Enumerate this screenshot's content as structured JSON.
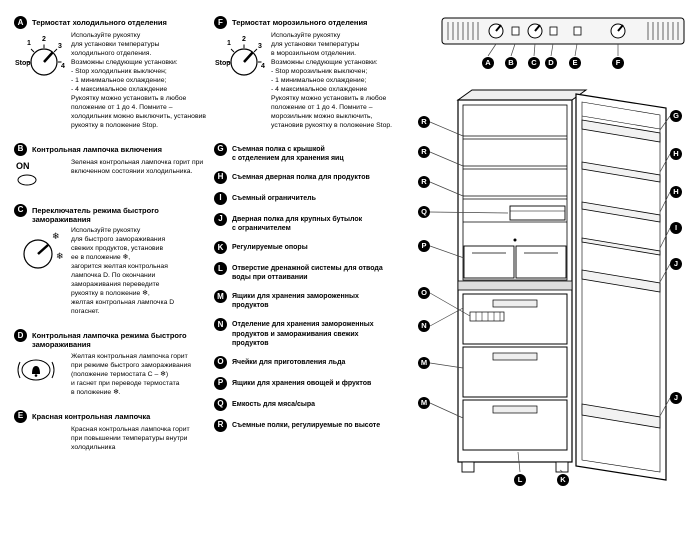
{
  "sections": [
    {
      "letter": "A",
      "title": "Термостат холодильного отделения",
      "body": "Используйте рукоятку\nдля установки температуры\nхолодильного отделения.\nВозможны следующие установки:\n- Stop  холодильник выключен;\n- 1  минимальное охлаждение;\n- 4  максимальное охлаждение\nРукоятку можно установить в любое положение от 1 до 4. Помните – холодильник можно выключить, установив рукоятку в положение Stop."
    },
    {
      "letter": "B",
      "title": "Контрольная лампочка включения",
      "on_label": "ON",
      "body": "Зеленая контрольная лампочка горит при включенном состоянии холодильника."
    },
    {
      "letter": "C",
      "title": "Переключатель режима быстрого замораживания",
      "body": "Используйте рукоятку\nдля быстрого замораживания\nсвежих продуктов, установив\nее в положение ❄,\nзагорится желтая контрольная\nлампочка D. По окончании\nзамораживания переведите\nрукоятку в положение ❄,\nжелтая контрольная лампочка D\nпогаснет."
    },
    {
      "letter": "D",
      "title": "Контрольная лампочка режима быстрого замораживания",
      "body": "Желтая контрольная лампочка горит\nпри режиме быстрого замораживания\n(положение термостата C – ❄)\nи гаснет при переводе термостата\nв положение ❄."
    },
    {
      "letter": "E",
      "title": "Красная контрольная лампочка",
      "body": "Красная контрольная лампочка горит\nпри повышении температуры внутри\nхолодильника"
    }
  ],
  "freezer": {
    "letter": "F",
    "title": "Термостат морозильного отделения",
    "body": "Используйте рукоятку\nдля установки температуры\nв морозильном отделении.\nВозможны следующие установки:\n- Stop  морозильник выключен;\n- 1  минимальное охлаждение;\n- 4  максимальное охлаждение\nРукоятку можно установить в любое положение от 1 до 4. Помните – морозильник можно выключить, установив рукоятку в положение Stop."
  },
  "items": [
    {
      "letter": "G",
      "text": "Съемная полка с крышкой\nс отделением для хранения яиц"
    },
    {
      "letter": "H",
      "text": "Съемная дверная полка для продуктов"
    },
    {
      "letter": "I",
      "text": "Съемный ограничитель"
    },
    {
      "letter": "J",
      "text": "Дверная полка для крупных бутылок\nс ограничителем"
    },
    {
      "letter": "K",
      "text": "Регулируемые опоры"
    },
    {
      "letter": "L",
      "text": "Отверстие дренажной системы для отвода\nводы при оттаивании"
    },
    {
      "letter": "M",
      "text": "Ящики для хранения замороженных\nпродуктов"
    },
    {
      "letter": "N",
      "text": "Отделение для хранения замороженных\nпродуктов и замораживания свежих\nпродуктов"
    },
    {
      "letter": "O",
      "text": "Ячейки для приготовления льда"
    },
    {
      "letter": "P",
      "text": "Ящики для хранения овощей и фруктов"
    },
    {
      "letter": "Q",
      "text": "Емкость для мяса/сыра"
    },
    {
      "letter": "R",
      "text": "Съемные полки, регулируемые по высоте"
    }
  ],
  "dial": {
    "stop": "Stop",
    "n1": "1",
    "n2": "2",
    "n3": "3",
    "n4": "4",
    "snow": "❄"
  },
  "panel_markers": [
    "A",
    "B",
    "C",
    "D",
    "E",
    "F"
  ],
  "fridge_markers": {
    "left": [
      "R",
      "R",
      "R",
      "Q",
      "P",
      "O",
      "N",
      "M",
      "M"
    ],
    "right": [
      "G",
      "H",
      "H",
      "I",
      "J",
      "J"
    ],
    "bottom": [
      "L",
      "K"
    ]
  }
}
